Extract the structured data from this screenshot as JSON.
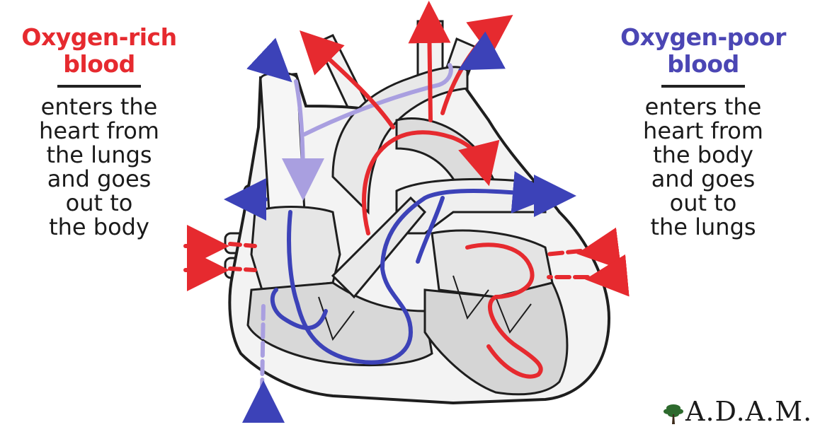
{
  "left_caption": {
    "heading_line1": "Oxygen-rich",
    "heading_line2": "blood",
    "description": "enters the\nheart from\nthe lungs\nand goes\nout to\nthe body",
    "color": "#e62a2f"
  },
  "right_caption": {
    "heading_line1": "Oxygen-poor",
    "heading_line2": "blood",
    "description": "enters the\nheart from\nthe body\nand goes\nout to\nthe lungs",
    "color": "#4b46b4"
  },
  "brand": {
    "text": "A.D.A.M.",
    "icon": "tree-logo-icon"
  },
  "colors": {
    "oxygen_rich": "#e62a2f",
    "oxygen_poor": "#4b46b4",
    "vena_cava_flow": "#a99fe0",
    "outline": "#1e1e1e",
    "fill": "#f3f3f3",
    "shade": "#c9c9c9"
  }
}
